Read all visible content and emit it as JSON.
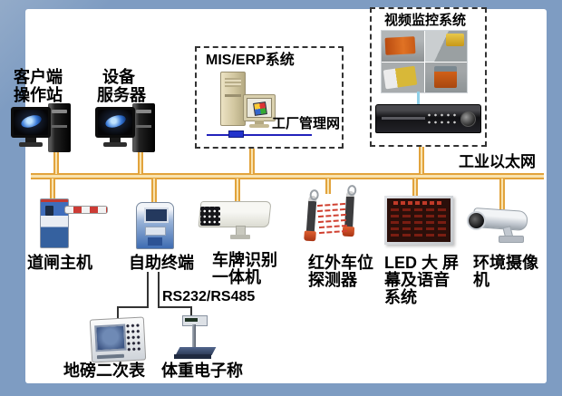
{
  "meta": {
    "title_hint": "工业以太网停车称重系统拓扑图"
  },
  "colors": {
    "frame_blue": "#7e9cc2",
    "canvas_white": "#ffffff",
    "bus_orange": "#e2a33c",
    "bus_fill": "#f8e3b0",
    "factory_net_blue": "#2222bb",
    "beam_red": "#d04030",
    "dash_border": "#333333"
  },
  "network": {
    "industrial_ethernet": "工业以太网",
    "factory_net": "工厂管理网",
    "serial_bus": "RS232/RS485"
  },
  "groups": {
    "mis_erp": {
      "title": "MIS/ERP系统"
    },
    "video": {
      "title": "视频监控系统"
    }
  },
  "devices": {
    "client_station": {
      "line1": "客户端",
      "line2": "操作站"
    },
    "device_server": {
      "line1": "设备",
      "line2": "服务器"
    },
    "barrier": {
      "label": "道闸主机"
    },
    "kiosk": {
      "label": "自助终端"
    },
    "lpr": {
      "line1": "车牌识别",
      "line2": "一体机"
    },
    "infrared": {
      "line1": "红外车位",
      "line2": "探测器"
    },
    "led": {
      "line1": "LED 大 屏",
      "line2": "幕及语音",
      "line3": "系统"
    },
    "env_camera": {
      "line1": "环境摄像",
      "line2": "机"
    },
    "weighbridge": {
      "label": "地磅二次表"
    },
    "scale": {
      "label": "体重电子称"
    }
  }
}
